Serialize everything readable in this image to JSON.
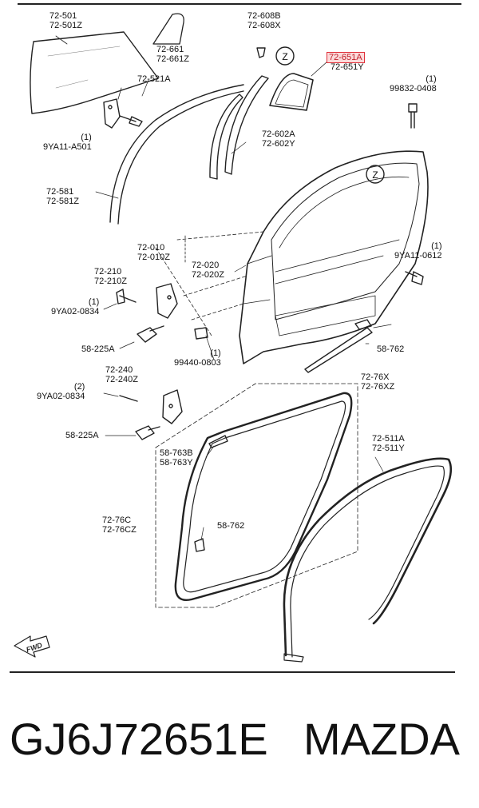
{
  "labels": {
    "l72501": [
      "72-501",
      "72-501Z"
    ],
    "l72661": [
      "72-661",
      "72-661Z"
    ],
    "l72608": [
      "72-608B",
      "72-608X"
    ],
    "l72651": [
      "72-651A",
      "72-651Y"
    ],
    "l99832": [
      "(1)",
      "99832-0408"
    ],
    "l72521": [
      "72-521A"
    ],
    "l9ya11a": [
      "(1)",
      "9YA11-A501"
    ],
    "z1": "Z",
    "z2": "Z",
    "l72602": [
      "72-602A",
      "72-602Y"
    ],
    "l72581": [
      "72-581",
      "72-581Z"
    ],
    "l72010": [
      "72-010",
      "72-010Z"
    ],
    "l72020": [
      "72-020",
      "72-020Z"
    ],
    "l9ya110612": [
      "(1)",
      "9YA11-0612"
    ],
    "l72210": [
      "72-210",
      "72-210Z"
    ],
    "l9ya020834a": [
      "(1)",
      "9YA02-0834"
    ],
    "l58225a1": [
      "58-225A"
    ],
    "l99440": [
      "(1)",
      "99440-0803"
    ],
    "l58762a": [
      "58-762"
    ],
    "l7276x": [
      "72-76X",
      "72-76XZ"
    ],
    "l72240": [
      "72-240",
      "72-240Z"
    ],
    "l9ya020834b": [
      "(2)",
      "9YA02-0834"
    ],
    "l58225a2": [
      "58-225A"
    ],
    "l72511": [
      "72-511A",
      "72-511Y"
    ],
    "l58763": [
      "58-763B",
      "58-763Y"
    ],
    "l7276c": [
      "72-76C",
      "72-76CZ"
    ],
    "l58762b": [
      "58-762"
    ],
    "fwd": "FWD"
  },
  "caption": {
    "part_number": "GJ6J72651E",
    "brand": "MAZDA"
  },
  "colors": {
    "highlight": "#e0303a"
  }
}
